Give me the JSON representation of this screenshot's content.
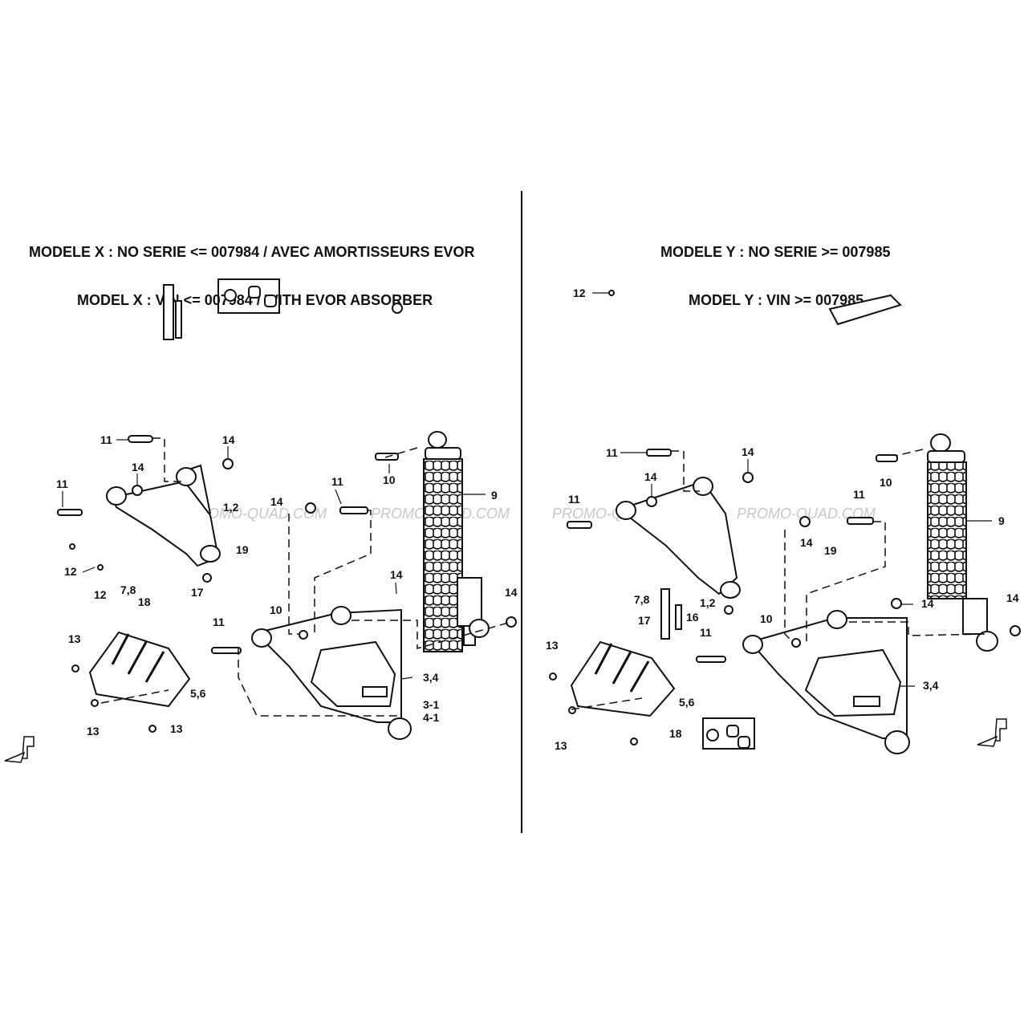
{
  "headings": {
    "left_fr": "MODELE X : NO SERIE <= 007984 / AVEC AMORTISSEURS EVOR",
    "left_en": "MODEL X : VIN <= 007984 / WITH EVOR ABSORBER",
    "right_fr": "MODELE Y : NO SERIE >= 007985",
    "right_en": "MODEL Y : VIN >= 007985"
  },
  "watermark": "PROMO-QUAD.COM",
  "left_callouts": [
    "11",
    "14",
    "14",
    "11",
    "1,2",
    "14",
    "11",
    "10",
    "9",
    "19",
    "12",
    "12",
    "7,8",
    "18",
    "17",
    "14",
    "11",
    "10",
    "14",
    "13",
    "5,6",
    "3,4",
    "3-1",
    "4-1",
    "13",
    "13"
  ],
  "right_callouts": [
    "11",
    "14",
    "14",
    "11",
    "10",
    "11",
    "14",
    "9",
    "1,2",
    "19",
    "12",
    "7,8",
    "17",
    "16",
    "14",
    "10",
    "11",
    "14",
    "13",
    "5,6",
    "3,4",
    "18",
    "13"
  ]
}
